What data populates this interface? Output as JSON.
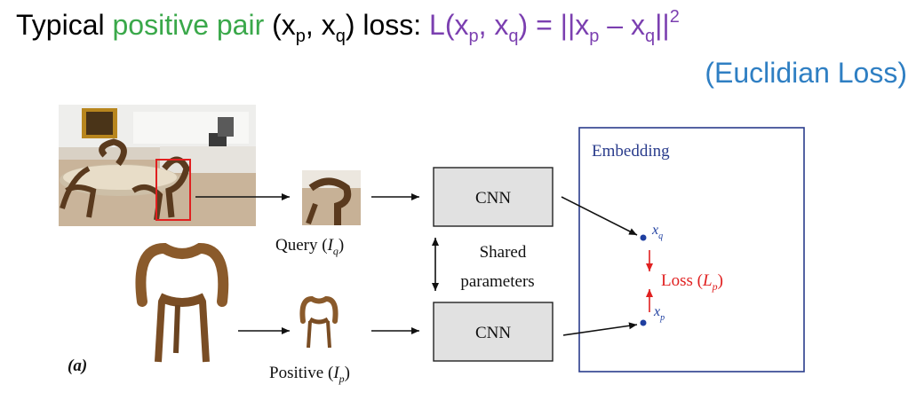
{
  "headline": {
    "prefix": "Typical ",
    "positive_pair": "positive pair",
    "pair_open": " (x",
    "sub_p": "p",
    "comma": ", x",
    "sub_q": "q",
    "pair_close": ") loss: ",
    "formula_L": "L(x",
    "formula_sub_p": "p",
    "formula_comma": ", x",
    "formula_sub_q": "q",
    "formula_eq": ") = ||x",
    "formula_sub_p2": "p",
    "formula_minus": " – x",
    "formula_sub_q2": "q",
    "formula_close": "||",
    "formula_exp": "2"
  },
  "subhead": "(Euclidian Loss)",
  "colors": {
    "positive": "#3aa84a",
    "formula": "#7b3fb0",
    "subhead": "#2f7fc3",
    "loss": "#e02020",
    "point": "#1f3fa0",
    "frame": "#2a3c8c"
  },
  "diagram": {
    "query_label": "Query (",
    "query_var": "I",
    "query_sub": "q",
    "positive_label": "Positive (",
    "positive_var": "I",
    "positive_sub": "p",
    "close_paren": ")",
    "cnn_top": "CNN",
    "cnn_bottom": "CNN",
    "shared_line1": "Shared",
    "shared_line2": "parameters",
    "embedding_title": "Embedding",
    "point_q": "x",
    "point_q_sub": "q",
    "point_p": "x",
    "point_p_sub": "p",
    "loss_label": "Loss (",
    "loss_var": "L",
    "loss_sub": "p",
    "panel_tag": "(a)"
  }
}
